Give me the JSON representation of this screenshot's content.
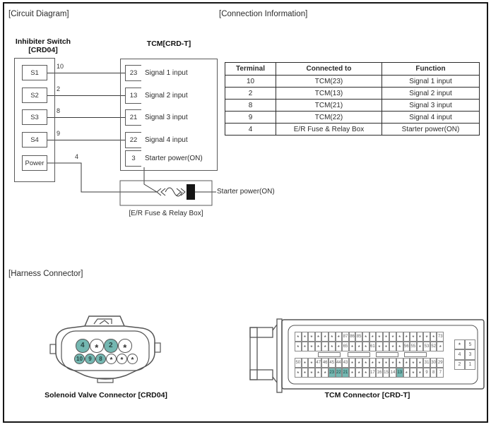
{
  "sections": {
    "circuit": "[Circuit Diagram]",
    "connection": "[Connection Information]",
    "harness": "[Harness Connector]"
  },
  "circuit": {
    "inhibiter_switch": {
      "title": "Inhibiter Switch",
      "code": "[CRD04]",
      "switches": [
        {
          "label": "S1",
          "wire": "10"
        },
        {
          "label": "S2",
          "wire": "2"
        },
        {
          "label": "S3",
          "wire": "8"
        },
        {
          "label": "S4",
          "wire": "9"
        },
        {
          "label": "Power",
          "wire": "4"
        }
      ]
    },
    "tcm": {
      "title": "TCM[CRD-T]",
      "terminals": [
        {
          "pin": "23",
          "signal": "Signal 1 input"
        },
        {
          "pin": "13",
          "signal": "Signal 2 input"
        },
        {
          "pin": "21",
          "signal": "Signal 3 input"
        },
        {
          "pin": "22",
          "signal": "Signal 4 input"
        },
        {
          "pin": "3",
          "signal": "Starter power(ON)"
        }
      ]
    },
    "fuse_box": {
      "label": "[E/R Fuse & Relay Box]",
      "output": "Starter power(ON)"
    }
  },
  "connection_table": {
    "headers": [
      "Terminal",
      "Connected to",
      "Function"
    ],
    "rows": [
      [
        "10",
        "TCM(23)",
        "Signal 1 input"
      ],
      [
        "2",
        "TCM(13)",
        "Signal 2 input"
      ],
      [
        "8",
        "TCM(21)",
        "Signal 3 input"
      ],
      [
        "9",
        "TCM(22)",
        "Signal 4 input"
      ],
      [
        "4",
        "E/R Fuse & Relay Box",
        "Starter power(ON)"
      ]
    ]
  },
  "harness": {
    "solenoid": {
      "label": "Solenoid Valve Connector [CRD04]",
      "top_pins": [
        {
          "t": "4",
          "hl": true
        },
        {
          "t": "*",
          "hl": false
        },
        {
          "t": "2",
          "hl": true
        },
        {
          "t": "*",
          "hl": false
        }
      ],
      "bottom_pins": [
        {
          "t": "10",
          "hl": true
        },
        {
          "t": "9",
          "hl": true
        },
        {
          "t": "8",
          "hl": true
        },
        {
          "t": "*",
          "hl": false
        },
        {
          "t": "*",
          "hl": false
        },
        {
          "t": "*",
          "hl": false
        }
      ]
    },
    "tcm_connector": {
      "label": "TCM Connector [CRD-T]",
      "pin_rows": [
        [
          "*",
          "*",
          "*",
          "*",
          "*",
          "*",
          "*",
          "87",
          "86",
          "85",
          "*",
          "*",
          "*",
          "*",
          "*",
          "*",
          "*",
          "*",
          "*",
          "*",
          "*",
          "73"
        ],
        [
          "*",
          "*",
          "*",
          "*",
          "*",
          "*",
          "*",
          "65",
          "*",
          "*",
          "*",
          "61",
          "*",
          "*",
          "*",
          "*",
          "56",
          "55",
          "*",
          "53",
          "52",
          "*"
        ],
        [
          "50",
          "*",
          "*",
          "47",
          "46",
          "45",
          "44",
          "43",
          "*",
          "*",
          "*",
          "*",
          "*",
          "*",
          "*",
          "*",
          "*",
          "*",
          "*",
          "31",
          "30",
          "29"
        ],
        [
          "*",
          "*",
          "*",
          "*",
          "*",
          "23",
          "22",
          "21",
          "*",
          "*",
          "*",
          "17",
          "16",
          "15",
          "14",
          "13",
          "*",
          "*",
          "*",
          "9",
          "8",
          "7"
        ]
      ],
      "side_pins": [
        "*",
        "5",
        "4",
        "3",
        "2",
        "1"
      ],
      "highlight_pins": [
        "23",
        "22",
        "21",
        "13"
      ]
    }
  },
  "colors": {
    "highlight": "#74b7b1",
    "line": "#555555",
    "text": "#1a1a1a"
  }
}
